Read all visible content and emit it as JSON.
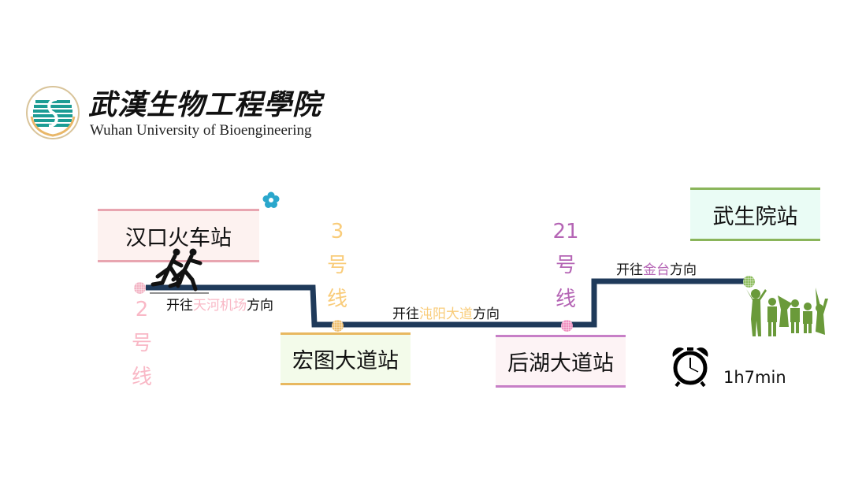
{
  "logo": {
    "chinese_name": "武漢生物工程學院",
    "english_name": "Wuhan University of Bioengineering"
  },
  "stations": {
    "start": "汉口火车站",
    "transfer1": "宏图大道站",
    "transfer2": "后湖大道站",
    "end": "武生院站"
  },
  "lines": {
    "line2": {
      "number": "2",
      "hao": "号",
      "xian": "线",
      "color": "#f9b8c6"
    },
    "line3": {
      "number": "3",
      "hao": "号",
      "xian": "线",
      "color": "#f9cc7a"
    },
    "line21": {
      "number": "21",
      "hao": "号",
      "xian": "线",
      "color": "#b565b5"
    }
  },
  "directions": {
    "d1": {
      "prefix": "开往",
      "dest": "天河机场",
      "suffix": "方向"
    },
    "d2": {
      "prefix": "开往",
      "dest": "沌阳大道",
      "suffix": "方向"
    },
    "d3": {
      "prefix": "开往",
      "dest": "金台",
      "suffix": "方向"
    }
  },
  "duration": "1h7min",
  "colors": {
    "route": "#1f3a5a",
    "flower": "#2aa7cc",
    "people": "#6a9a3a"
  }
}
